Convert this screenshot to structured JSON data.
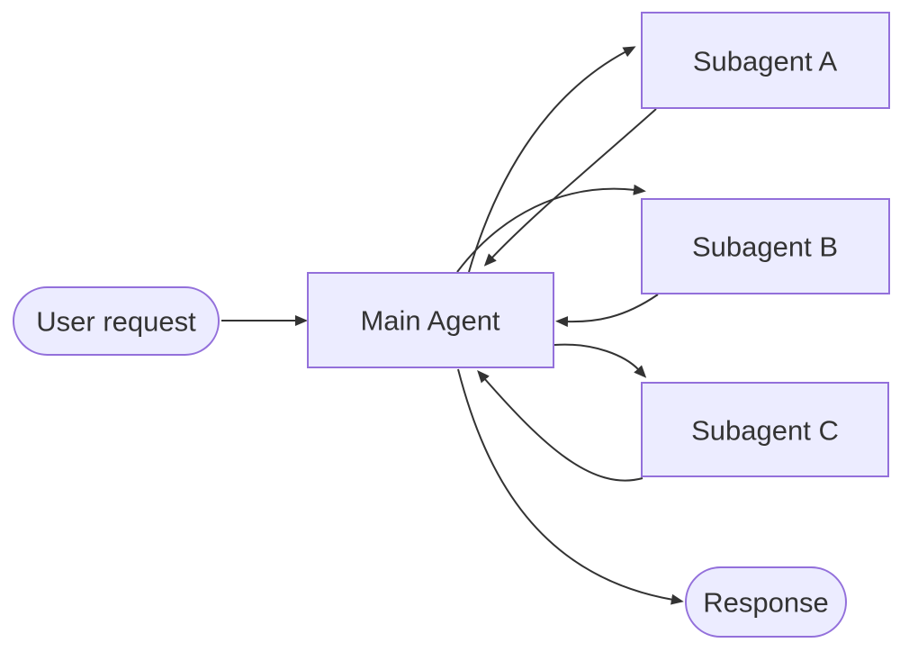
{
  "diagram": {
    "type": "flowchart",
    "direction": "left-to-right",
    "nodes": [
      {
        "id": "user_request",
        "label": "User request",
        "shape": "stadium"
      },
      {
        "id": "main_agent",
        "label": "Main Agent",
        "shape": "rectangle"
      },
      {
        "id": "subagent_a",
        "label": "Subagent A",
        "shape": "rectangle"
      },
      {
        "id": "subagent_b",
        "label": "Subagent B",
        "shape": "rectangle"
      },
      {
        "id": "subagent_c",
        "label": "Subagent C",
        "shape": "rectangle"
      },
      {
        "id": "response",
        "label": "Response",
        "shape": "stadium"
      }
    ],
    "edges": [
      {
        "from": "user_request",
        "to": "main_agent",
        "arrow": "end"
      },
      {
        "from": "main_agent",
        "to": "subagent_a",
        "arrow": "end"
      },
      {
        "from": "subagent_a",
        "to": "main_agent",
        "arrow": "end"
      },
      {
        "from": "main_agent",
        "to": "subagent_b",
        "arrow": "end"
      },
      {
        "from": "subagent_b",
        "to": "main_agent",
        "arrow": "end"
      },
      {
        "from": "main_agent",
        "to": "subagent_c",
        "arrow": "end"
      },
      {
        "from": "subagent_c",
        "to": "main_agent",
        "arrow": "end"
      },
      {
        "from": "main_agent",
        "to": "response",
        "arrow": "end"
      }
    ]
  },
  "colors": {
    "background": "#ffffff",
    "node-fill": "#ECECFF",
    "node-stroke": "#9370DB",
    "edge-color": "#333333",
    "text-color": "#333333"
  }
}
